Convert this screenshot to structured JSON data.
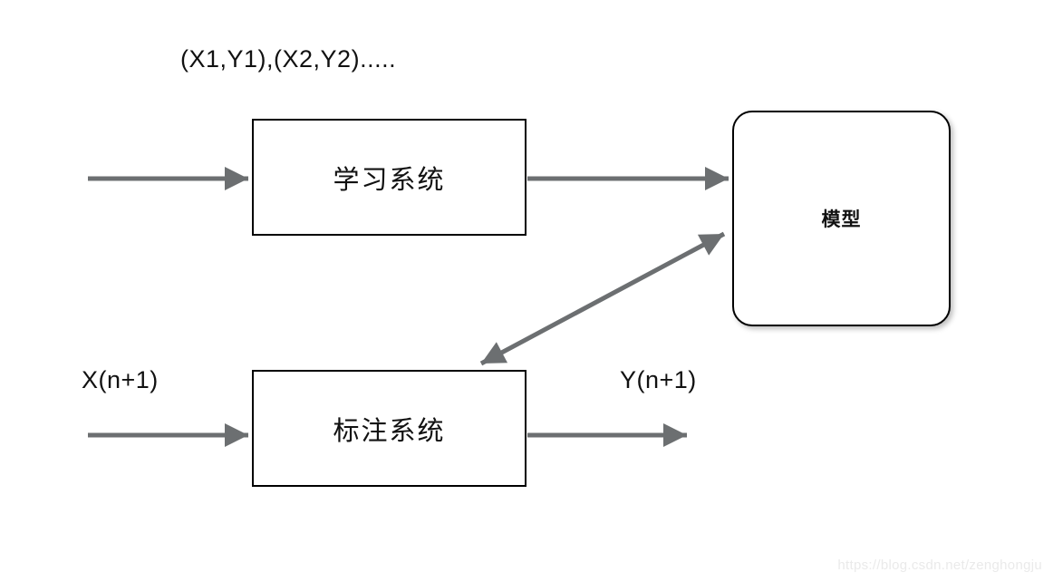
{
  "diagram": {
    "training_data_label": "(X1,Y1),(X2,Y2).....",
    "input_label": "X(n+1)",
    "output_label": "Y(n+1)",
    "boxes": {
      "learning_system": "学习系统",
      "model": "模型",
      "annotation_system": "标注系统"
    },
    "arrows": [
      "training-data-to-learning-system",
      "learning-system-to-model",
      "model-annotation-system-bidirectional",
      "x-input-to-annotation-system",
      "annotation-system-to-y-output"
    ],
    "colors": {
      "arrow": "#6c6f71",
      "box_border": "#000000",
      "background": "#ffffff",
      "text": "#111111",
      "watermark": "#eaeaea"
    }
  },
  "watermark": {
    "text": "https://blog.csdn.net/zenghongju"
  }
}
